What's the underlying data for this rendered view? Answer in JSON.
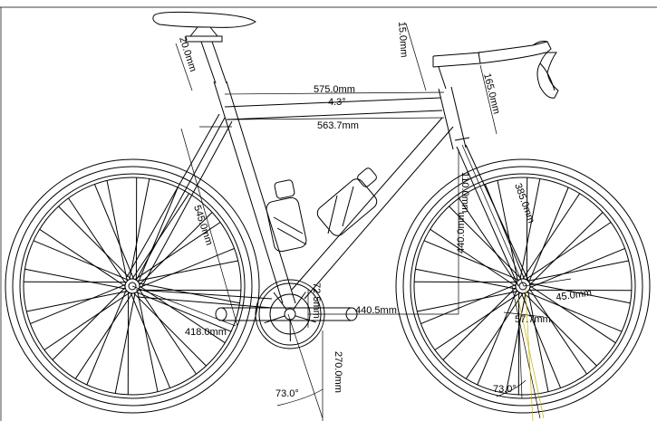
{
  "dimensions": {
    "seatpost_setback": "20.0mm",
    "head_offset": "15.0mm",
    "effective_top_tube": "575.0mm",
    "top_tube_slope": "4.3°",
    "top_tube_length": "563.7mm",
    "stem_length": "165.0mm",
    "seat_tube_length": "545.0mm",
    "chainstay_length": "418.0mm",
    "bb_drop": "72.5mm",
    "front_center": "440.5mm",
    "head_tube_length": "110.0mm",
    "stack": "440.0mm",
    "fork_length": "385.0mm",
    "fork_offset": "45.0mm",
    "trail": "57.7mm",
    "bb_height": "270.0mm",
    "seat_angle": "73.0°",
    "head_angle": "73.0°"
  }
}
